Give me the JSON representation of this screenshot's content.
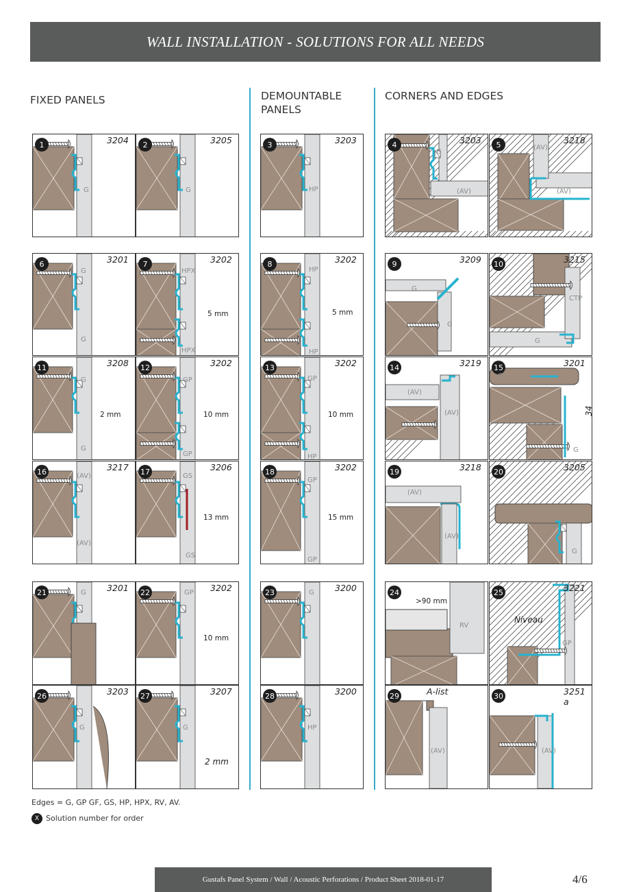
{
  "header": {
    "title": "WALL INSTALLATION - SOLUTIONS FOR ALL NEEDS"
  },
  "sections": {
    "fixed": "FIXED PANELS",
    "demountable_line1": "DEMOUNTABLE",
    "demountable_line2": "PANELS",
    "corners": "CORNERS AND EDGES"
  },
  "colors": {
    "wood": "#a08c7c",
    "profile": "#27b3cf",
    "edge": "#dcdedf",
    "bar": "#5a5c5c",
    "accent_line": "#36a9c7",
    "gasket": "#a01c24"
  },
  "panels": [
    {
      "num": "1",
      "code": "3204",
      "labels": [
        "G"
      ],
      "dims": []
    },
    {
      "num": "2",
      "code": "3205",
      "labels": [
        "G"
      ],
      "dims": []
    },
    {
      "num": "3",
      "code": "3203",
      "labels": [
        "HP"
      ],
      "dims": []
    },
    {
      "num": "4",
      "code": "3203",
      "labels": [
        "G",
        "(AV)"
      ],
      "dims": []
    },
    {
      "num": "5",
      "code": "3218",
      "labels": [
        "(AV)",
        "(AV)"
      ],
      "dims": []
    },
    {
      "num": "6",
      "code": "3201",
      "labels": [
        "G",
        "G"
      ],
      "dims": []
    },
    {
      "num": "7",
      "code": "3202",
      "labels": [
        "HPX",
        "HPX"
      ],
      "dims": [
        "5 mm"
      ]
    },
    {
      "num": "8",
      "code": "3202",
      "labels": [
        "HP",
        "HP"
      ],
      "dims": [
        "5 mm"
      ]
    },
    {
      "num": "9",
      "code": "3209",
      "labels": [
        "G",
        "G"
      ],
      "dims": []
    },
    {
      "num": "10",
      "code": "3215",
      "labels": [
        "CTP",
        "G"
      ],
      "dims": []
    },
    {
      "num": "11",
      "code": "3208",
      "labels": [
        "G",
        "G"
      ],
      "dims": [
        "2 mm"
      ]
    },
    {
      "num": "12",
      "code": "3202",
      "labels": [
        "GP",
        "GP"
      ],
      "dims": [
        "10 mm"
      ]
    },
    {
      "num": "13",
      "code": "3202",
      "labels": [
        "GP",
        "HP"
      ],
      "dims": [
        "10 mm"
      ]
    },
    {
      "num": "14",
      "code": "3219",
      "labels": [
        "(AV)",
        "(AV)"
      ],
      "dims": []
    },
    {
      "num": "15",
      "code": "3201",
      "labels": [
        "G",
        "G"
      ],
      "dims": [
        "34 x 34 mm"
      ]
    },
    {
      "num": "16",
      "code": "3217",
      "labels": [
        "(AV)",
        "(AV)"
      ],
      "dims": []
    },
    {
      "num": "17",
      "code": "3206",
      "labels": [
        "GS",
        "GS"
      ],
      "dims": [
        "13 mm"
      ]
    },
    {
      "num": "18",
      "code": "3202",
      "labels": [
        "GP",
        "GP"
      ],
      "dims": [
        "15 mm"
      ]
    },
    {
      "num": "19",
      "code": "3218",
      "labels": [
        "(AV)",
        "(AV)"
      ],
      "dims": []
    },
    {
      "num": "20",
      "code": "3205",
      "labels": [
        "G"
      ],
      "dims": []
    },
    {
      "num": "21",
      "code": "3201",
      "labels": [
        "G"
      ],
      "dims": []
    },
    {
      "num": "22",
      "code": "3202",
      "labels": [
        "GP"
      ],
      "dims": [
        "10 mm"
      ]
    },
    {
      "num": "23",
      "code": "3200",
      "labels": [
        "G"
      ],
      "dims": []
    },
    {
      "num": "24",
      "code": "",
      "labels": [
        "RV"
      ],
      "dims": [
        ">90 mm"
      ]
    },
    {
      "num": "25",
      "code": "3221",
      "labels": [
        "GP"
      ],
      "dims": [
        "Niveau"
      ]
    },
    {
      "num": "26",
      "code": "3203",
      "labels": [
        "G"
      ],
      "dims": []
    },
    {
      "num": "27",
      "code": "3207",
      "labels": [
        "G"
      ],
      "dims": [
        "2 mm"
      ]
    },
    {
      "num": "28",
      "code": "3200",
      "labels": [
        "HP"
      ],
      "dims": []
    },
    {
      "num": "29",
      "code": "A-list",
      "labels": [
        "(AV)"
      ],
      "dims": []
    },
    {
      "num": "30",
      "code": "3251 a",
      "labels": [
        "(AV)"
      ],
      "dims": []
    }
  ],
  "legend": {
    "edges": "Edges = G, GP GF, GS, HP, HPX, RV, AV.",
    "marker": "X",
    "solution": "Solution number for order"
  },
  "footer": {
    "text": "Gustafs Panel System /  Wall / Acoustic Perforations / Product Sheet 2018-01-17",
    "page": "4/6"
  }
}
